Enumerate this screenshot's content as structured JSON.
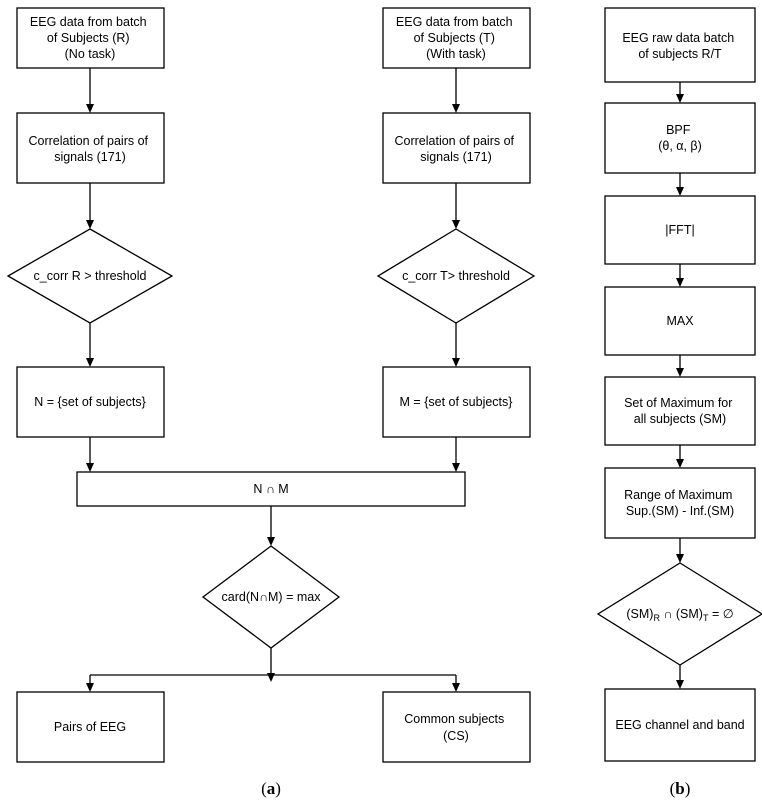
{
  "panel_a": {
    "left": {
      "source": [
        "EEG data from batch",
        "of Subjects (R)",
        "(No task)"
      ],
      "correlation": [
        "Correlation of pairs of",
        "signals (171)"
      ],
      "decision": "c_corr R > threshold",
      "set": "N = {set of subjects}"
    },
    "right": {
      "source": [
        "EEG data from batch",
        "of Subjects (T)",
        "(With task)"
      ],
      "correlation": [
        "Correlation of pairs of",
        "signals (171)"
      ],
      "decision": "c_corr T> threshold",
      "set": "M = {set of subjects}"
    },
    "intersection": "N ∩ M",
    "decision": "card(N∩M) = max",
    "out_left": "Pairs of EEG",
    "out_right": [
      "Common subjects",
      "(CS)"
    ],
    "caption": {
      "open": "(",
      "letter": "a",
      "close": ")"
    }
  },
  "panel_b": {
    "raw": [
      "EEG raw data batch",
      "of subjects R/T"
    ],
    "bpf": [
      "BPF",
      "(θ, α, β)"
    ],
    "fft": "|FFT|",
    "max": "MAX",
    "set_max": [
      "Set of Maximum for",
      "all subjects (SM)"
    ],
    "range": [
      "Range of Maximum",
      "Sup.(SM) - Inf.(SM)"
    ],
    "decision": {
      "p1": "(SM)",
      "s1": "R",
      "p2": " ∩ (SM)",
      "s2": "T",
      "p3": " = ∅"
    },
    "out": "EEG channel and band",
    "caption": {
      "open": "(",
      "letter": "b",
      "close": ")"
    }
  }
}
